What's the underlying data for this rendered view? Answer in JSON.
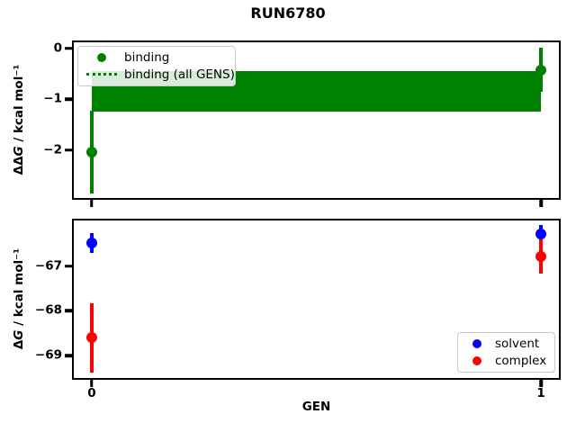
{
  "title": "RUN6780",
  "colors": {
    "binding": "#008000",
    "solvent": "#0000ff",
    "complex": "#ff0000",
    "axis": "#000000",
    "legend_border": "#c9c9c9"
  },
  "chart_data": [
    {
      "type": "scatter",
      "name": "ddg-vs-gen",
      "ylabel": {
        "sym": "ΔΔ",
        "var": "G",
        "rest": " / kcal mol⁻¹"
      },
      "xlim": [
        -0.04,
        1.04
      ],
      "ylim": [
        -2.94,
        0.12
      ],
      "grid": false,
      "yticks": [
        {
          "value": 0,
          "label": "0"
        },
        {
          "value": -1,
          "label": "−1"
        },
        {
          "value": -2,
          "label": "−2"
        }
      ],
      "xticks": [
        {
          "value": 0,
          "label": ""
        },
        {
          "value": 1,
          "label": ""
        }
      ],
      "band": {
        "label": "binding (all GENS)",
        "x_start": 0,
        "x_end": 1,
        "center": -0.84,
        "half_width": 0.4,
        "color": "#008000",
        "center_linestyle": "dotted"
      },
      "series": [
        {
          "name": "binding",
          "color": "#008000",
          "marker": "circle",
          "points": [
            {
              "x": 0,
              "y": -2.04,
              "yerr": 0.81
            },
            {
              "x": 1,
              "y": -0.42,
              "yerr": 0.44
            }
          ]
        }
      ],
      "legend": {
        "position": "upper-left",
        "entries": [
          {
            "label": "binding",
            "marker": "dot",
            "color": "#008000"
          },
          {
            "label": "binding (all GENS)",
            "marker": "dotted-line",
            "color": "#008000"
          }
        ]
      }
    },
    {
      "type": "scatter",
      "name": "dg-vs-gen",
      "ylabel": {
        "sym": "Δ",
        "var": "G",
        "rest": " / kcal mol⁻¹"
      },
      "xlabel": "GEN",
      "xlim": [
        -0.04,
        1.04
      ],
      "ylim": [
        -69.5,
        -65.98
      ],
      "grid": false,
      "yticks": [
        {
          "value": -67,
          "label": "−67"
        },
        {
          "value": -68,
          "label": "−68"
        },
        {
          "value": -69,
          "label": "−69"
        }
      ],
      "xticks": [
        {
          "value": 0,
          "label": "0"
        },
        {
          "value": 1,
          "label": "1"
        }
      ],
      "series": [
        {
          "name": "solvent",
          "color": "#0000ff",
          "marker": "circle",
          "points": [
            {
              "x": 0,
              "y": -66.48,
              "yerr": 0.22
            },
            {
              "x": 1,
              "y": -66.29,
              "yerr": 0.2
            }
          ]
        },
        {
          "name": "complex",
          "color": "#ff0000",
          "marker": "circle",
          "points": [
            {
              "x": 0,
              "y": -68.6,
              "yerr": 0.77
            },
            {
              "x": 1,
              "y": -66.78,
              "yerr": 0.38
            }
          ]
        }
      ],
      "legend": {
        "position": "lower-right",
        "entries": [
          {
            "label": "solvent",
            "marker": "dot",
            "color": "#0000ff"
          },
          {
            "label": "complex",
            "marker": "dot",
            "color": "#ff0000"
          }
        ]
      }
    }
  ]
}
